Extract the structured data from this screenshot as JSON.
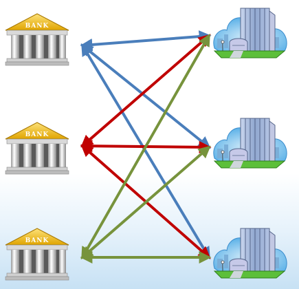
{
  "diagram": {
    "banks": [
      {
        "id": "bank-1",
        "sign": "BANK"
      },
      {
        "id": "bank-2",
        "sign": "BANK"
      },
      {
        "id": "bank-3",
        "sign": "BANK"
      }
    ],
    "buildings": [
      {
        "id": "building-1"
      },
      {
        "id": "building-2"
      },
      {
        "id": "building-3"
      }
    ],
    "connections": [
      {
        "from": 0,
        "to": 0,
        "color": "#4a7ebb"
      },
      {
        "from": 0,
        "to": 1,
        "color": "#4a7ebb"
      },
      {
        "from": 0,
        "to": 2,
        "color": "#4a7ebb"
      },
      {
        "from": 1,
        "to": 0,
        "color": "#c00000"
      },
      {
        "from": 1,
        "to": 1,
        "color": "#c00000"
      },
      {
        "from": 1,
        "to": 2,
        "color": "#c00000"
      },
      {
        "from": 2,
        "to": 0,
        "color": "#77933c"
      },
      {
        "from": 2,
        "to": 1,
        "color": "#77933c"
      },
      {
        "from": 2,
        "to": 2,
        "color": "#77933c"
      }
    ],
    "colors": {
      "bank_roof": "#f2b705",
      "bank_column": "#e8e8e8",
      "building_glass": "#9fb7d9",
      "sky": "#5fb3e8",
      "grass": "#5cbf3a"
    }
  }
}
